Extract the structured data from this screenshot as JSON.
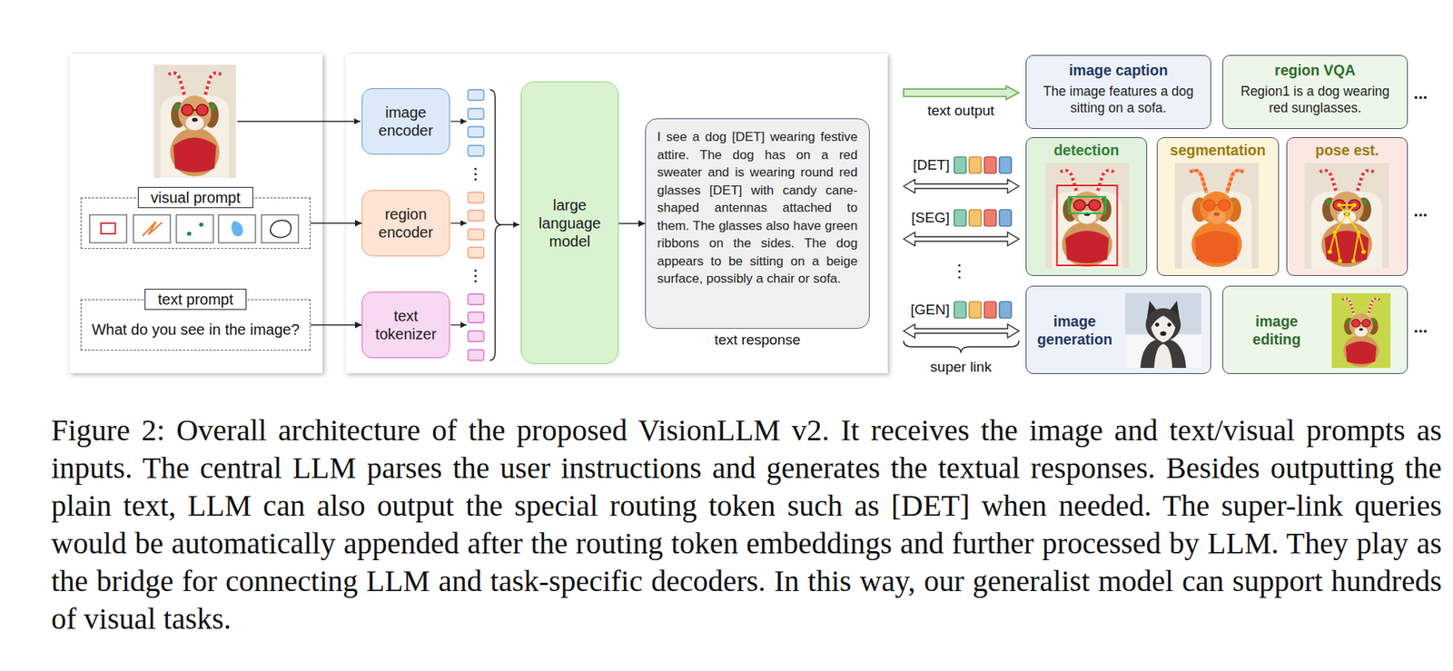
{
  "diagram": {
    "caption": "Figure 2: Overall architecture of the proposed VisionLLM v2. It receives the image and text/visual prompts as inputs. The central LLM parses the user instructions and generates the textual responses. Besides outputting the plain text, LLM can also output the special routing token such as [DET] when needed. The super-link queries would be automatically appended after the routing token embeddings and further processed by LLM. They play as the bridge for connecting LLM and task-specific decoders. In this way, our generalist model can support hundreds of visual tasks.",
    "nodes": [
      {
        "text": [
          "visual prompt"
        ]
      },
      {
        "text": [
          "text prompt",
          "What do you see in the image?"
        ]
      },
      {
        "text": [
          "image encoder"
        ]
      },
      {
        "text": [
          "region encoder"
        ]
      },
      {
        "text": [
          "text tokenizer"
        ]
      },
      {
        "text": [
          "large language model"
        ]
      },
      {
        "text": [
          "I see a dog [DET] wearing festive attire. The dog has on a red sweater and is wearing round red glasses [DET] with candy cane-shaped antennas attached to them. The glasses also have green ribbons on the sides. The dog appears to be sitting on a beige surface, possibly a chair or sofa.",
          "text response"
        ]
      },
      {
        "text": [
          "image caption",
          "The image features a dog sitting on a sofa."
        ]
      },
      {
        "text": [
          "region VQA",
          "Region1 is a dog wearing red sunglasses."
        ]
      },
      {
        "text": [
          "detection"
        ]
      },
      {
        "text": [
          "segmentation"
        ]
      },
      {
        "text": [
          "pose est."
        ]
      },
      {
        "text": [
          "image generation"
        ]
      },
      {
        "text": [
          "image editing"
        ]
      }
    ],
    "edges": [
      {
        "from": 0,
        "to": 3,
        "arrow": "to"
      },
      {
        "from": 1,
        "to": 4,
        "arrow": "to"
      },
      {
        "from": 5,
        "to": 6,
        "arrow": "to"
      }
    ],
    "labels": [
      "text output",
      "[DET]",
      "[SEG]",
      "[GEN]",
      "super link",
      "...",
      "...",
      "..."
    ]
  }
}
